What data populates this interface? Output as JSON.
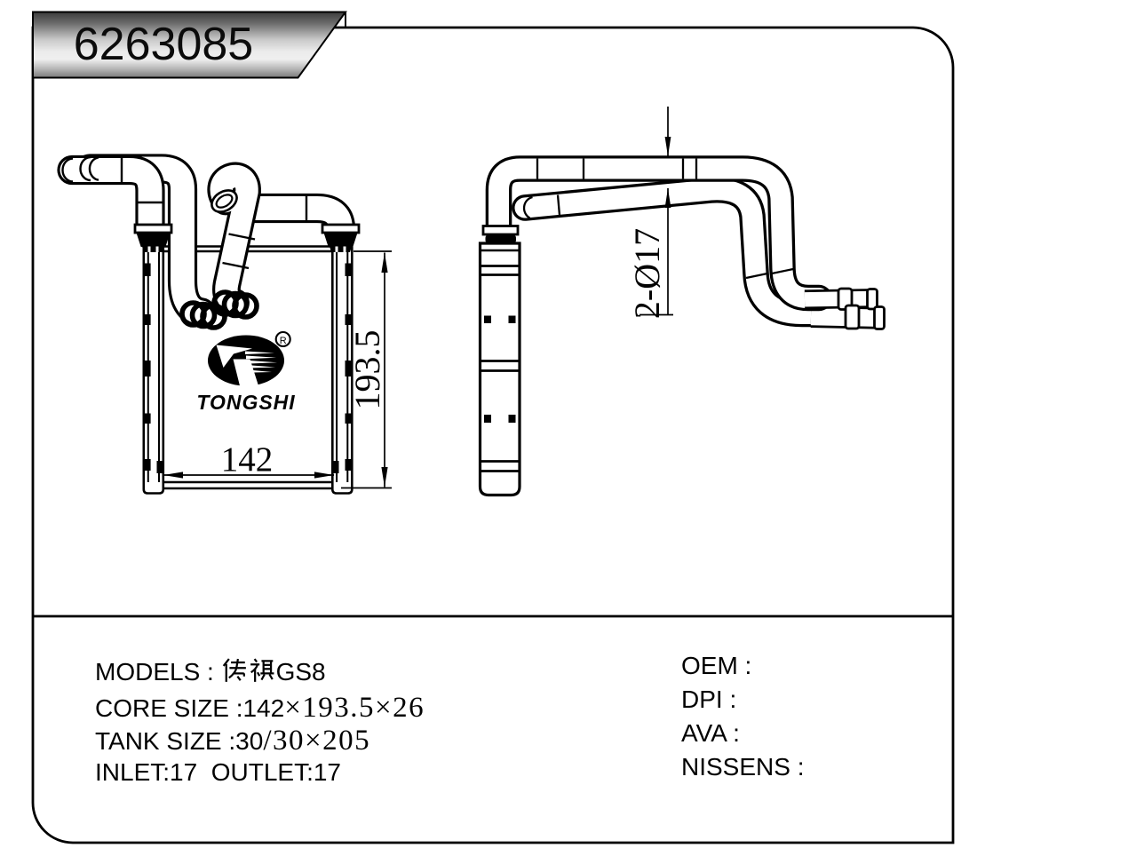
{
  "badge": {
    "part_number": "6263085"
  },
  "logo": {
    "brand": "TONGSHI",
    "registered_mark": "R"
  },
  "dimensions": {
    "core_width": "142",
    "core_height": "193.5",
    "pipes": "2-Ø17"
  },
  "specs": {
    "left": [
      {
        "name": "models",
        "parts": [
          {
            "t": "MODELS : ",
            "f": "latin"
          },
          {
            "t": "传祺",
            "f": "cjk"
          },
          {
            "t": "GS8",
            "f": "latin"
          }
        ]
      },
      {
        "name": "core-size",
        "parts": [
          {
            "t": "CORE SIZE :142",
            "f": "latin"
          },
          {
            "t": "×193.5×26",
            "f": "times"
          }
        ]
      },
      {
        "name": "tank-size",
        "parts": [
          {
            "t": "TANK SIZE :30",
            "f": "latin"
          },
          {
            "t": "/30×205",
            "f": "times"
          }
        ]
      },
      {
        "name": "inlet-outlet",
        "parts": [
          {
            "t": "INLET:17  OUTLET:17",
            "f": "latin"
          }
        ]
      }
    ],
    "right": [
      {
        "name": "oem",
        "parts": [
          {
            "t": "OEM :",
            "f": "latin"
          }
        ]
      },
      {
        "name": "dpi",
        "parts": [
          {
            "t": "DPI :",
            "f": "latin"
          }
        ]
      },
      {
        "name": "ava",
        "parts": [
          {
            "t": "AVA :",
            "f": "latin"
          }
        ]
      },
      {
        "name": "nissens",
        "parts": [
          {
            "t": "NISSENS :",
            "f": "latin"
          }
        ]
      }
    ]
  },
  "cjk_glyphs": {
    "传": [
      "M30,4 L8,32",
      "M19,24 L19,96",
      "M38,18 L94,18",
      "M32,40 L98,40",
      "M66,4 L60,40",
      "M60,40 Q56,60 30,80",
      "M48,62 L86,62 Q93,62 90,74",
      "M64,74 L76,90"
    ],
    "祺": [
      "M22,4 L31,16",
      "M6,26 L42,26",
      "M34,26 Q29,44 8,58",
      "M24,42 L24,96",
      "M34,58 L42,72",
      "M50,12 L96,12",
      "M58,12 L58,62",
      "M88,12 L88,62",
      "M58,28 L88,28",
      "M58,44 L88,44",
      "M46,62 L100,62",
      "M62,66 L50,88",
      "M82,66 L94,86"
    ]
  },
  "colors": {
    "line": "#000000",
    "badge_gradient_top": "#3c3c3c",
    "badge_gradient_light": "#efefef",
    "badge_gradient_bottom": "#7a7a7a"
  }
}
